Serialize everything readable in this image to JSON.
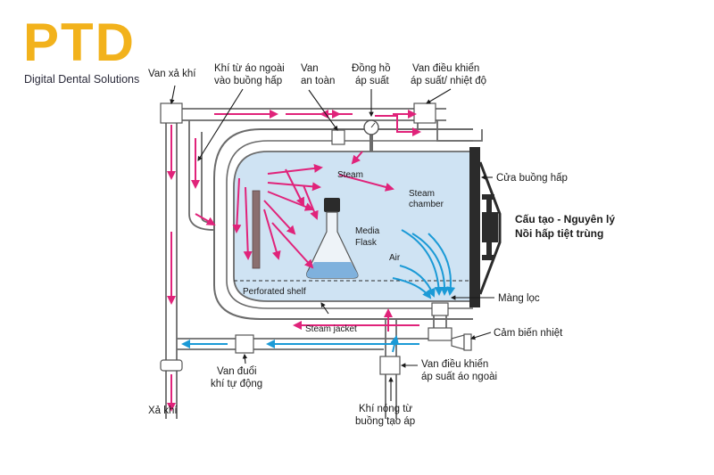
{
  "brand": {
    "logo_text": "PTD",
    "tagline": "Digital Dental Solutions",
    "logo_color": "#f2b21c"
  },
  "labels": {
    "van_xa_khi": "Van xả khí",
    "khi_tu_ao_ngoai_1": "Khí từ áo ngoài",
    "khi_tu_ao_ngoai_2": "vào buồng hấp",
    "van_an_toan_1": "Van",
    "van_an_toan_2": "an toàn",
    "dong_ho_1": "Đồng hồ",
    "dong_ho_2": "áp suất",
    "van_dieu_khien_1": "Van điều khiển",
    "van_dieu_khien_2": "áp suất/ nhiệt độ",
    "cua_buong_hap": "Cửa buồng hấp",
    "title_1": "Cấu tạo - Nguyên lý",
    "title_2": "Nồi hấp tiệt trùng",
    "mang_loc": "Màng lọc",
    "cam_bien_nhiet": "Cảm biến nhiệt",
    "van_dieu_khien_ao_1": "Van điều khiển",
    "van_dieu_khien_ao_2": "áp suất áo ngoài",
    "khi_nong_1": "Khí nóng từ",
    "khi_nong_2": "buồng tạo áp",
    "van_duoi_1": "Van đuổi",
    "van_duoi_2": "khí tự động",
    "xa_khi": "Xả khí",
    "steam": "Steam",
    "steam_chamber_1": "Steam",
    "steam_chamber_2": "chamber",
    "media_1": "Media",
    "media_2": "Flask",
    "air": "Air",
    "perforated_shelf": "Perforated shelf",
    "steam_jacket": "Steam jacket"
  },
  "colors": {
    "steam_arrow": "#e0237a",
    "air_arrow": "#1b9ad6",
    "chamber_fill": "#cfe3f3",
    "pipe_stroke": "#6b6b6b",
    "door": "#2b2b2b",
    "shelf_post": "#8a6f6f"
  }
}
